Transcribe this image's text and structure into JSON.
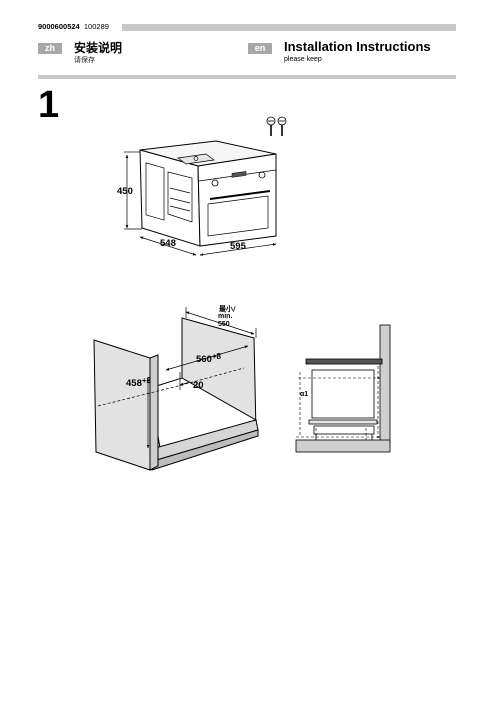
{
  "header": {
    "doc_number": "9000600524",
    "doc_date": "100289"
  },
  "languages": {
    "zh": {
      "badge": "zh",
      "title": "安装说明",
      "subtitle": "请保存"
    },
    "en": {
      "badge": "en",
      "title": "Installation Instructions",
      "subtitle": "please keep"
    }
  },
  "step": {
    "number": "1"
  },
  "oven_dimensions": {
    "height": "450",
    "depth": "548",
    "width": "595"
  },
  "cabinet_dimensions": {
    "min_label_zh": "最小/",
    "min_label_en": "min.",
    "min_depth": "550",
    "width": "560",
    "width_tol": "+8",
    "height": "458",
    "height_tol": "+2",
    "offset": "20"
  },
  "side_view": {
    "angle_label": "α1"
  },
  "icons": [
    "screw-icon"
  ]
}
